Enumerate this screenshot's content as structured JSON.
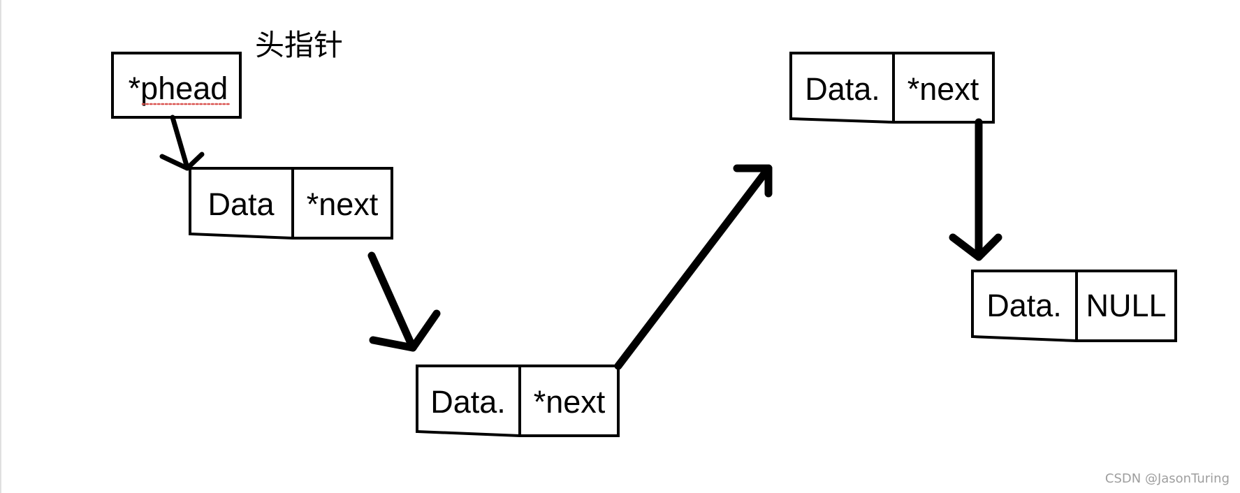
{
  "head_pointer_caption": "头指针",
  "head_pointer": {
    "label": "*phead"
  },
  "nodes": [
    {
      "data": "Data",
      "next": "*next"
    },
    {
      "data": "Data.",
      "next": "*next"
    },
    {
      "data": "Data.",
      "next": "*next"
    },
    {
      "data": "Data.",
      "next": "NULL"
    }
  ],
  "watermark": "CSDN @JasonTuring",
  "colors": {
    "stroke": "#000000",
    "spellcheck_underline": "#d9534f",
    "watermark": "#9e9e9e",
    "background": "#ffffff"
  }
}
